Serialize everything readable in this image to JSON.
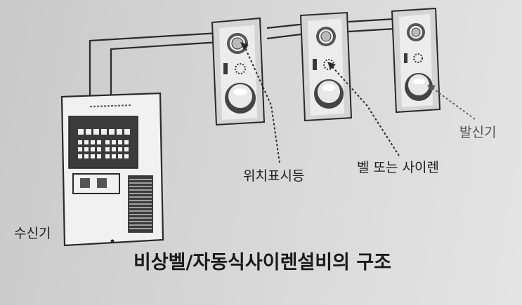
{
  "labels": {
    "receiver": "수신기",
    "location_indicator": "위치표시등",
    "bell_or_siren": "벨 또는 사이렌",
    "transmitter": "발신기"
  },
  "title": "비상벨/자동식사이렌설비의 구조",
  "devices_count": 3
}
